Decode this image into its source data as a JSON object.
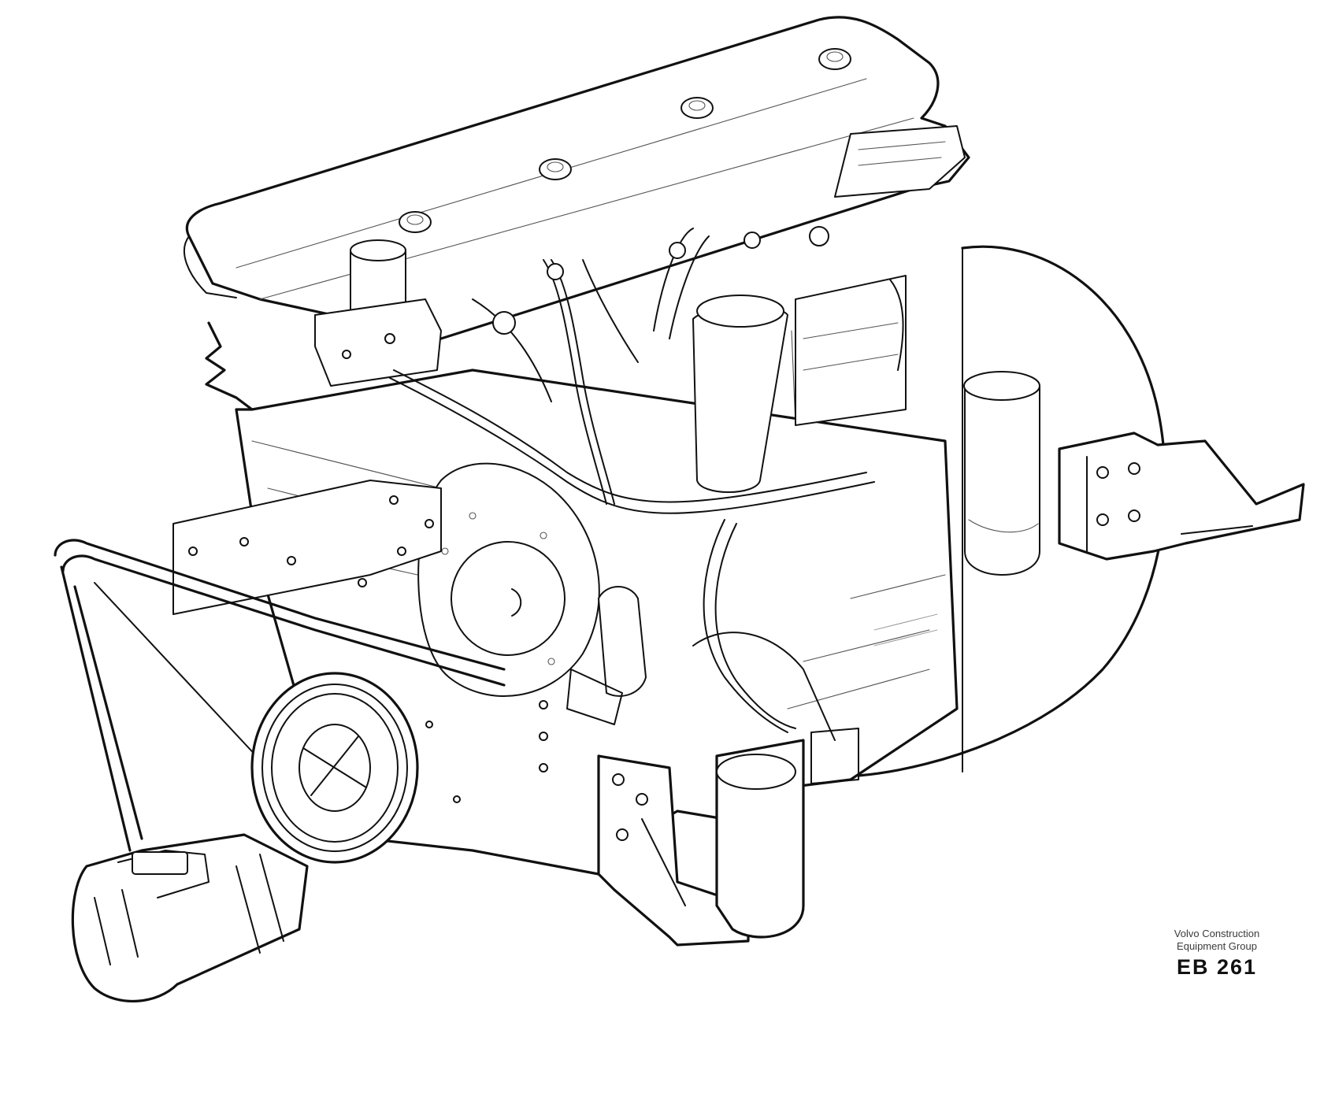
{
  "caption": {
    "line1": "Volvo Construction",
    "line2": "Equipment Group",
    "code": "EB 261"
  },
  "drawing": {
    "subject_icon": "engine-diagram-icon",
    "stroke_color": "#111111",
    "background_color": "#ffffff"
  }
}
